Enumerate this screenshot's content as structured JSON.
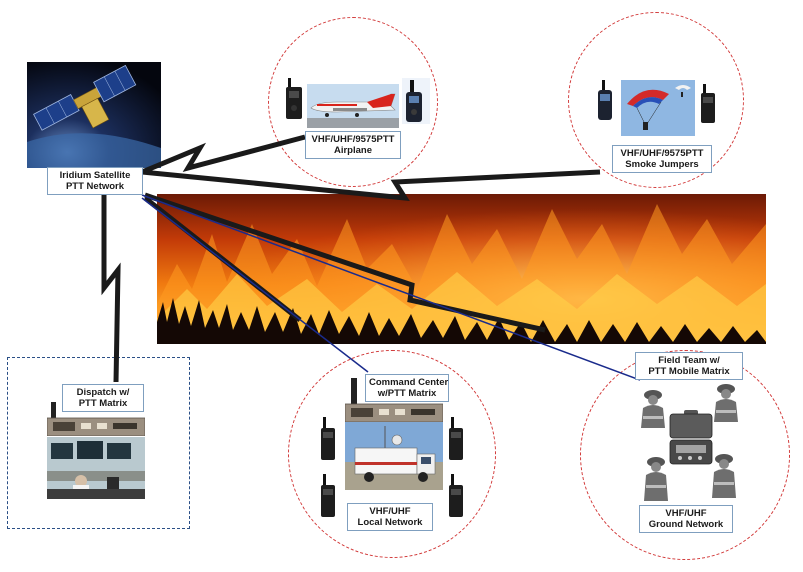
{
  "labels": {
    "iridium": [
      "Iridium Satellite",
      "PTT Network"
    ],
    "airplane": [
      "VHF/UHF/9575PTT",
      "Airplane"
    ],
    "smoke": [
      "VHF/UHF/9575PTT",
      "Smoke Jumpers"
    ],
    "dispatch": [
      "Dispatch w/",
      "PTT Matrix"
    ],
    "command": [
      "Command Center",
      "w/PTT Matrix"
    ],
    "local": [
      "VHF/UHF",
      "Local Network"
    ],
    "field": [
      "Field Team w/",
      "PTT Mobile Matrix"
    ],
    "ground": [
      "VHF/UHF",
      "Ground Network"
    ]
  },
  "colors": {
    "circle_border": "#d23a3a",
    "link_line": "#1a2b8c",
    "lightning": "#1a1a1a",
    "label_border": "#7f9fbf"
  },
  "icons": {
    "satellite": "satellite-icon",
    "radio": "handheld-radio-icon",
    "satphone": "satellite-phone-icon",
    "airplane": "airplane-icon",
    "parachute": "parachute-icon",
    "ptt_matrix": "ptt-matrix-device-icon",
    "truck": "command-truck-icon",
    "firefighter": "firefighter-icon",
    "case": "mobile-matrix-case-icon"
  }
}
